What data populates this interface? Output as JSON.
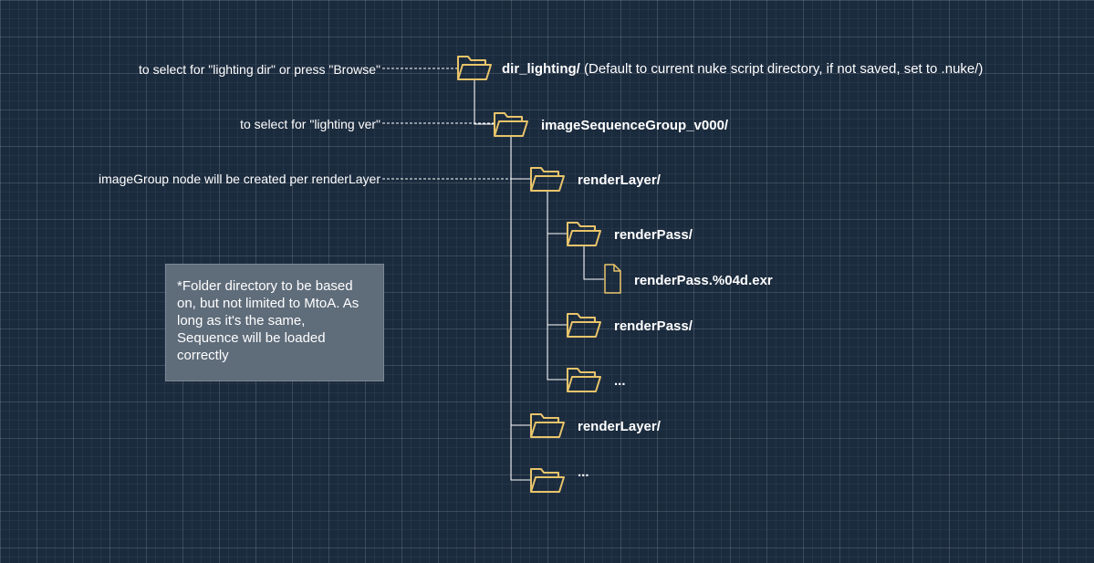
{
  "colors": {
    "background": "#1b2b3e",
    "folder_stroke": "#e8c46a",
    "connector": "#ffffff",
    "note_fill": "#5f6c7a"
  },
  "tree": {
    "root_folder": {
      "icon": "folder-icon",
      "name": "dir_lighting/",
      "description": "(Default to current nuke script directory, if not saved, set to .nuke/)"
    },
    "version_folder": {
      "icon": "folder-icon",
      "name": "imageSequenceGroup_v000/"
    },
    "render_layer_1": {
      "icon": "folder-icon",
      "name": "renderLayer/"
    },
    "render_pass_1": {
      "icon": "folder-icon",
      "name": "renderPass/"
    },
    "sequence_file": {
      "icon": "file-icon",
      "name": "renderPass.%04d.exr"
    },
    "render_pass_2": {
      "icon": "folder-icon",
      "name": "renderPass/"
    },
    "render_pass_more": {
      "icon": "folder-icon",
      "name": "..."
    },
    "render_layer_2": {
      "icon": "folder-icon",
      "name": "renderLayer/"
    },
    "render_layer_more": {
      "icon": "folder-icon",
      "name": "..."
    }
  },
  "annotations": {
    "lighting_dir": "to select for \"lighting dir\" or press \"Browse\"",
    "lighting_ver": "to select for \"lighting ver\"",
    "image_group": "imageGroup node will be created per renderLayer"
  },
  "note": {
    "text": "*Folder directory to be based\non, but not limited to MtoA. As\nlong as it's the same,\nSequence will be loaded\ncorrectly"
  }
}
